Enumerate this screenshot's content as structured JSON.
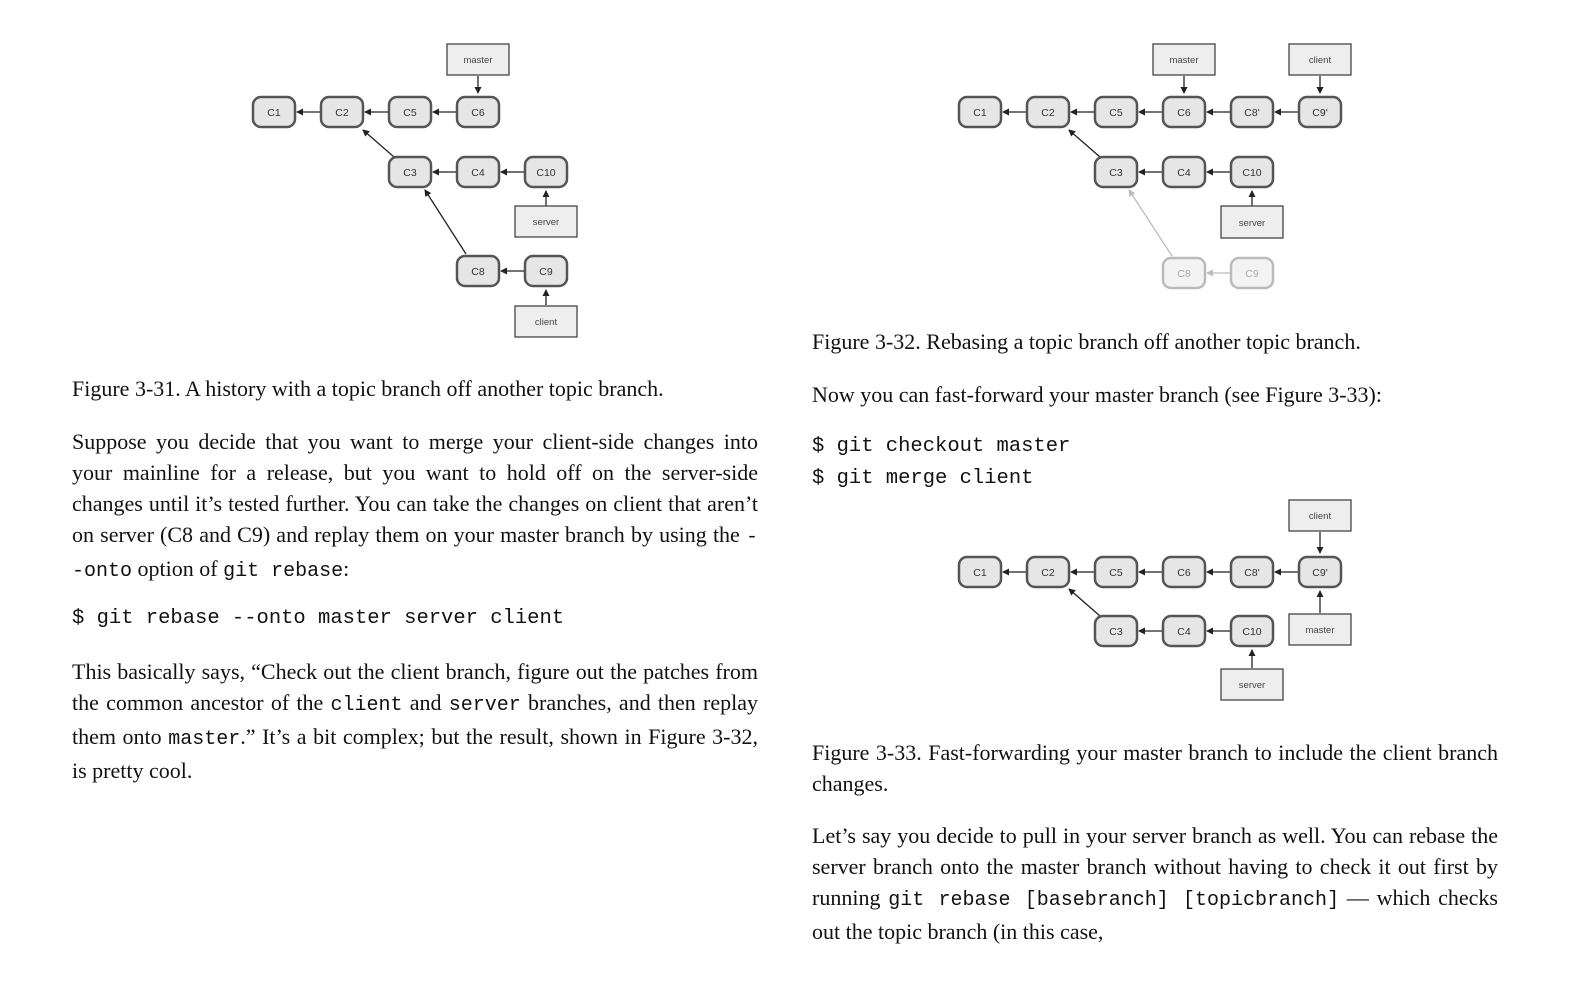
{
  "left": {
    "figure_31": {
      "commits": [
        "C1",
        "C2",
        "C5",
        "C6",
        "C3",
        "C4",
        "C10",
        "C8",
        "C9"
      ],
      "branches": [
        "master",
        "server",
        "client"
      ],
      "caption": "Figure 3-31. A history with a topic branch off another topic branch."
    },
    "para1": {
      "before_onto": "Suppose you decide that you want to merge your client-side changes into your mainline for a release, but you want to hold off on the server-side changes until it’s tested further. You can take the changes on client that aren’t on server (C8 and C9) and replay them on your master branch by using the ",
      "code_onto": "--onto",
      "between": " option of ",
      "code_git_rebase": "git rebase",
      "after": ":"
    },
    "code1": "$ git rebase --onto master server client",
    "para2": {
      "t1": "This basically says, “Check out the client branch, figure out the patches from the common ancestor of the ",
      "c1": "client",
      "t2": " and ",
      "c2": "server",
      "t3": " branches, and then replay them onto ",
      "c3": "master",
      "t4": ".” It’s a bit complex; but the result, shown in Figure 3-32, is pretty cool."
    }
  },
  "right": {
    "figure_32": {
      "commits": [
        "C1",
        "C2",
        "C5",
        "C6",
        "C8'",
        "C9'",
        "C3",
        "C4",
        "C10",
        "C8",
        "C9"
      ],
      "branches": [
        "master",
        "client",
        "server"
      ],
      "caption": "Figure 3-32. Rebasing a topic branch off another topic branch."
    },
    "para_ff": "Now you can fast-forward your master branch (see Figure 3-33):",
    "code2": [
      "$ git checkout master",
      "$ git merge client"
    ],
    "figure_33": {
      "commits": [
        "C1",
        "C2",
        "C5",
        "C6",
        "C8'",
        "C9'",
        "C3",
        "C4",
        "C10"
      ],
      "branches": [
        "client",
        "master",
        "server"
      ],
      "caption": "Figure 3-33. Fast-forwarding your master branch to include the client branch changes."
    },
    "para_last": {
      "t1": "Let’s say you decide to pull in your server branch as well. You can rebase the server branch onto the master branch without having to check it out first by running ",
      "c1": "git rebase [basebranch] [topicbranch]",
      "t2": " — which checks out the topic branch (in this case,"
    }
  },
  "colors": {
    "text": "#111111",
    "node_fill": "#e6e6e6",
    "node_stroke": "#555555",
    "faded_stroke": "#b8b8b8",
    "faded_text": "#aaaaaa",
    "label_fill": "#eeeeee"
  }
}
